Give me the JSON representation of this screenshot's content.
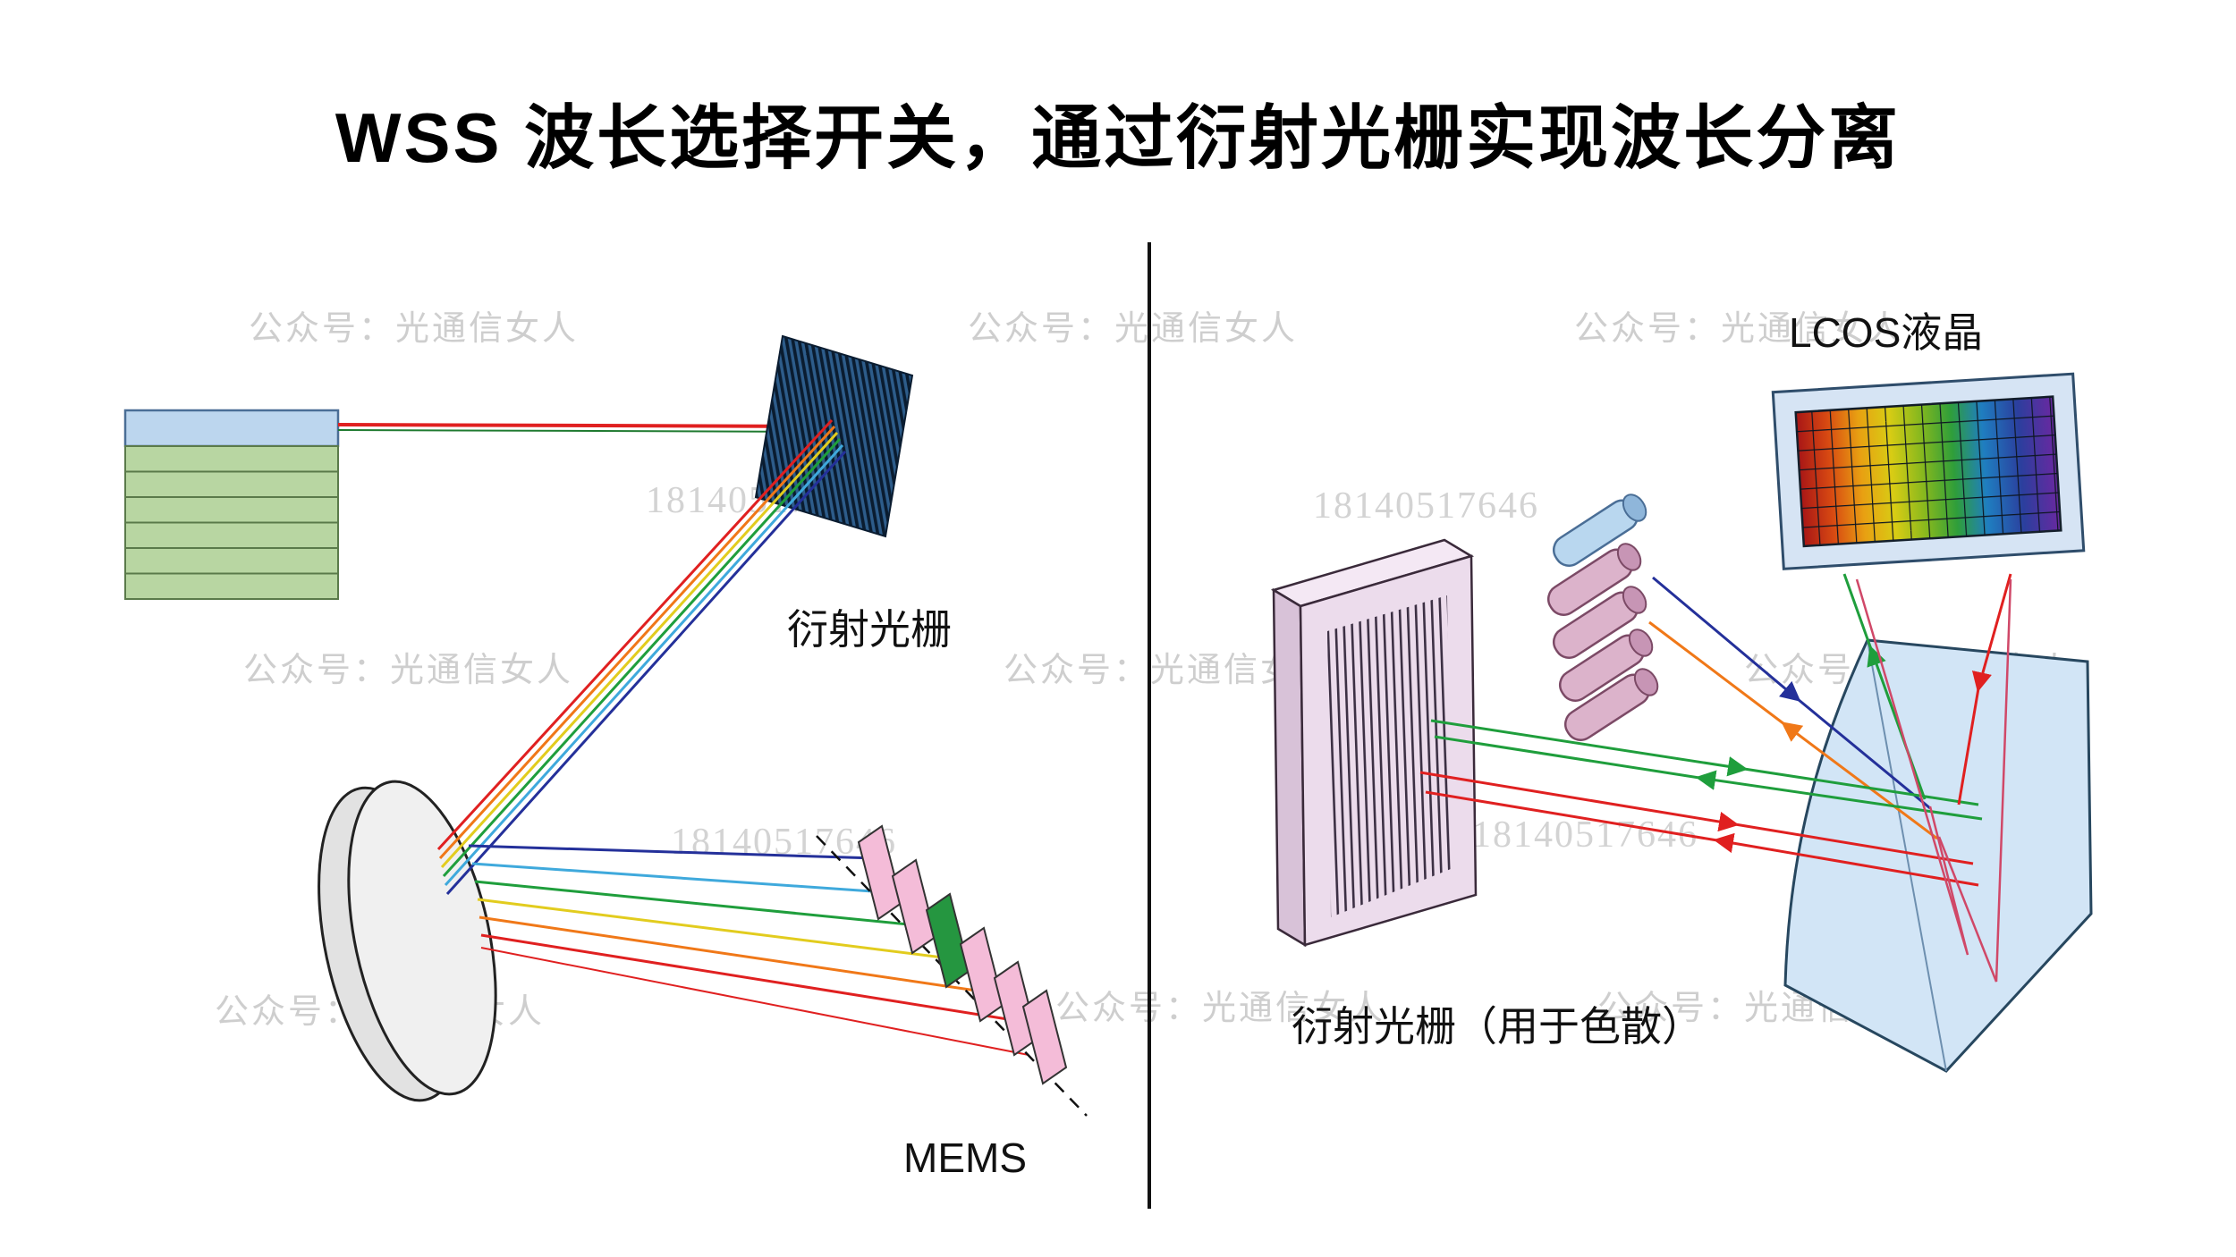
{
  "title": "WSS 波长选择开关，通过衍射光栅实现波长分离",
  "left_panel": {
    "grating_label": "衍射光栅",
    "mems_label": "MEMS"
  },
  "right_panel": {
    "lcos_label": "LCOS液晶",
    "grating_label": "衍射光栅（用于色散）"
  },
  "watermarks": {
    "account": "公众号：光通信女人",
    "number": "18140517646"
  },
  "colors": {
    "ray_red": "#e02020",
    "ray_orange": "#f07818",
    "ray_yellow": "#e2cc1e",
    "ray_green": "#1f9e3c",
    "ray_cyan": "#3fa9dc",
    "ray_navy": "#24309a",
    "ray_crimson": "#d04868",
    "mems_mirror_pink": "#f4bcd8",
    "mems_mirror_green": "#259640",
    "grating_dark_navy": "#0a1c30",
    "grating_pink": "#ecdcec",
    "lcos_frame_blue": "#d6e4f4",
    "prism_blue": "#d2e5f6",
    "fiber_green": "#b8d6a2",
    "fiber_blue": "#bcd6ee",
    "lens_gray": "#f0f0f0"
  }
}
